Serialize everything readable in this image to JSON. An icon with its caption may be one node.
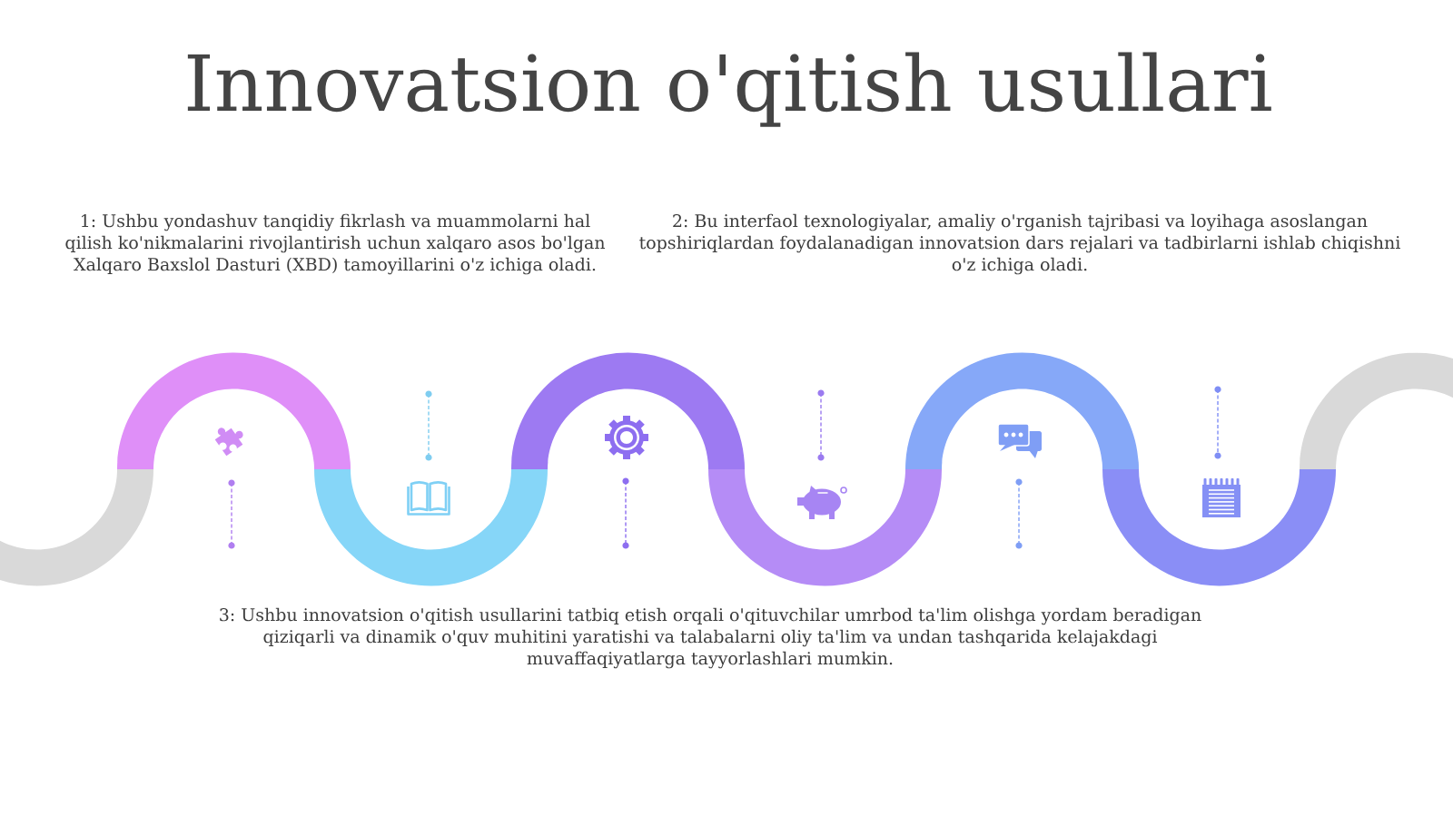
{
  "diagram": {
    "title": "Innovatsion o'qitish usullari",
    "labels": [
      "1: Ushbu yondashuv tanqidiy fikrlash va muammolarni hal qilish ko'nikmalarini rivojlantirish uchun xalqaro asos bo'lgan Xalqaro Baxslol Dasturi (XBD) tamoyillarini o'z ichiga oladi.",
      "2: Bu interfaol texnologiyalar, amaliy o'rganish tajribasi va loyihaga asoslangan topshiriqlardan foydalanadigan innovatsion dars rejalari va tadbirlarni ishlab chiqishni o'z ichiga oladi.",
      "3: Ushbu innovatsion o'qitish usullarini tatbiq etish orqali o'qituvchilar umrbod ta'lim olishga yordam beradigan qiziqarli va dinamik o'quv muhitini yaratishi va talabalarni oliy ta'lim va undan tashqarida kelajakdagi muvaffaqiyatlarga tayyorlashlari mumkin."
    ]
  }
}
